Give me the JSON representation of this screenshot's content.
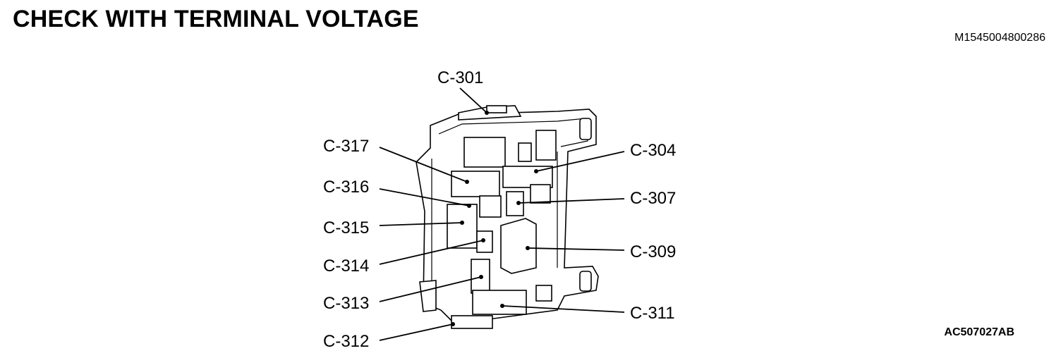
{
  "page": {
    "title": "CHECK WITH TERMINAL VOLTAGE",
    "doc_id": "M1545004800286",
    "figure_id": "AC507027AB"
  },
  "connectors": [
    {
      "key": "c301",
      "label": "C-301"
    },
    {
      "key": "c304",
      "label": "C-304"
    },
    {
      "key": "c307",
      "label": "C-307"
    },
    {
      "key": "c309",
      "label": "C-309"
    },
    {
      "key": "c311",
      "label": "C-311"
    },
    {
      "key": "c312",
      "label": "C-312"
    },
    {
      "key": "c313",
      "label": "C-313"
    },
    {
      "key": "c314",
      "label": "C-314"
    },
    {
      "key": "c315",
      "label": "C-315"
    },
    {
      "key": "c316",
      "label": "C-316"
    },
    {
      "key": "c317",
      "label": "C-317"
    }
  ]
}
